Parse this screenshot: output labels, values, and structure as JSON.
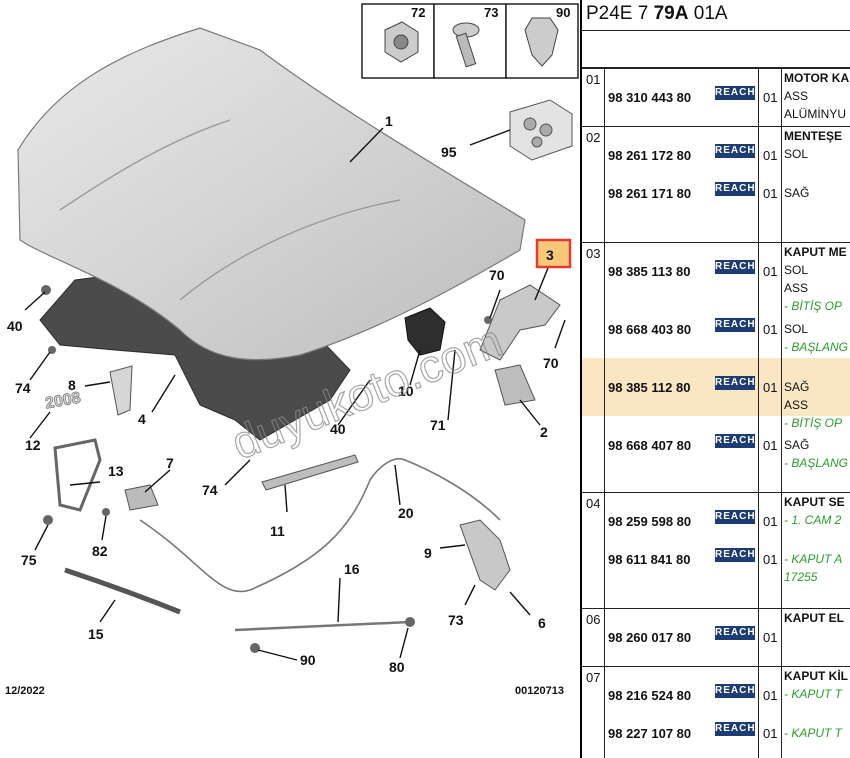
{
  "diagram": {
    "callouts": [
      "1",
      "2",
      "3",
      "4",
      "6",
      "7",
      "8",
      "9",
      "10",
      "11",
      "12",
      "13",
      "15",
      "16",
      "20",
      "40",
      "40",
      "70",
      "70",
      "71",
      "73",
      "74",
      "74",
      "75",
      "80",
      "82",
      "90",
      "95"
    ],
    "hardware_boxes": [
      "72",
      "73",
      "90"
    ],
    "footer_left": "12/2022",
    "footer_right": "00120713",
    "watermark": "duyukoto.com",
    "highlight_color": "#e53a2e",
    "highlight_fill": "#f6c97a"
  },
  "panel": {
    "ref_a": "P24E 7 ",
    "ref_b": "79A",
    "ref_c": " 01A",
    "reach_label": "REACH",
    "highlight_color": "#fbe6c4",
    "sections": [
      {
        "num": "01",
        "rows": [
          {
            "pn": "98 310 443 80",
            "qty": "01",
            "lines": [
              {
                "t": "MOTOR KA",
                "s": "t"
              },
              {
                "t": "ASS",
                "s": ""
              },
              {
                "t": "ALÜMİNYU",
                "s": ""
              }
            ]
          }
        ]
      },
      {
        "num": "02",
        "rows": [
          {
            "pn": "98 261 172 80",
            "qty": "01",
            "lines": [
              {
                "t": "MENTEŞE",
                "s": "t"
              },
              {
                "t": "SOL",
                "s": ""
              }
            ]
          },
          {
            "pn": "98 261 171 80",
            "qty": "01",
            "lines": [
              {
                "t": "SAĞ",
                "s": ""
              }
            ]
          }
        ]
      },
      {
        "num": "03",
        "rows": [
          {
            "pn": "98 385 113 80",
            "qty": "01",
            "lines": [
              {
                "t": "KAPUT ME",
                "s": "t"
              },
              {
                "t": "SOL",
                "s": ""
              },
              {
                "t": "ASS",
                "s": ""
              },
              {
                "t": "- BİTİŞ OP",
                "s": "g"
              }
            ]
          },
          {
            "pn": "98 668 403 80",
            "qty": "01",
            "lines": [
              {
                "t": "SOL",
                "s": ""
              },
              {
                "t": "- BAŞLANG",
                "s": "g"
              }
            ]
          },
          {
            "pn": "98 385 112 80",
            "qty": "01",
            "hl": true,
            "lines": [
              {
                "t": "SAĞ",
                "s": ""
              },
              {
                "t": "ASS",
                "s": ""
              },
              {
                "t": "- BİTİŞ OP",
                "s": "g"
              }
            ]
          },
          {
            "pn": "98 668 407 80",
            "qty": "01",
            "lines": [
              {
                "t": "SAĞ",
                "s": ""
              },
              {
                "t": "- BAŞLANG",
                "s": "g"
              }
            ]
          }
        ]
      },
      {
        "num": "04",
        "rows": [
          {
            "pn": "98 259 598 80",
            "qty": "01",
            "lines": [
              {
                "t": "KAPUT SE",
                "s": "t"
              },
              {
                "t": "- 1. CAM 2",
                "s": "g"
              }
            ]
          },
          {
            "pn": "98 611 841 80",
            "qty": "01",
            "lines": [
              {
                "t": "- KAPUT A",
                "s": "g"
              },
              {
                "t": "17255",
                "s": "g"
              }
            ]
          }
        ]
      },
      {
        "num": "06",
        "rows": [
          {
            "pn": "98 260 017 80",
            "qty": "01",
            "lines": [
              {
                "t": "KAPUT EL",
                "s": "t"
              }
            ]
          }
        ]
      },
      {
        "num": "07",
        "rows": [
          {
            "pn": "98 216 524 80",
            "qty": "01",
            "lines": [
              {
                "t": "KAPUT KİL",
                "s": "t"
              },
              {
                "t": "- KAPUT T",
                "s": "g"
              }
            ]
          },
          {
            "pn": "98 227 107 80",
            "qty": "01",
            "lines": [
              {
                "t": "- KAPUT T",
                "s": "g"
              }
            ]
          }
        ]
      }
    ]
  }
}
